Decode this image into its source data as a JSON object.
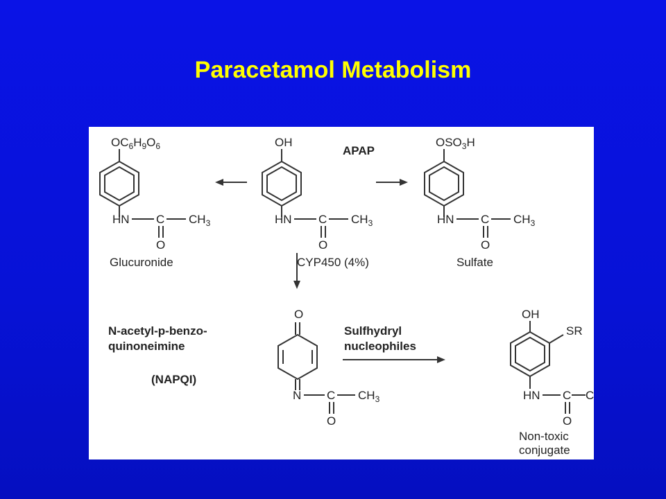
{
  "slide": {
    "title": "Paracetamol Metabolism",
    "background": "#0712d6",
    "title_color": "#ffff00"
  },
  "diagram": {
    "center_label": "APAP",
    "left_product": {
      "substituent": "OC6H9O6",
      "label": "Glucuronide"
    },
    "center_molecule": {
      "substituent": "OH"
    },
    "right_product": {
      "substituent": "OSO3H",
      "label": "Sulfate"
    },
    "amide": {
      "hn": "HN",
      "c": "C",
      "ch3": "CH3",
      "o": "O"
    },
    "pathway_label": "CYP450 (4%)",
    "napqi": {
      "name_line1": "N-acetyl-p-benzo-",
      "name_line2": "quinoneimine",
      "abbr": "(NAPQI)",
      "top_o": "O",
      "n": "N"
    },
    "reaction_label_line1": "Sulfhydryl",
    "reaction_label_line2": "nucleophiles",
    "conjugate": {
      "substituent_oh": "OH",
      "substituent_sr": "SR",
      "label_line1": "Non-toxic",
      "label_line2": "conjugate"
    }
  }
}
